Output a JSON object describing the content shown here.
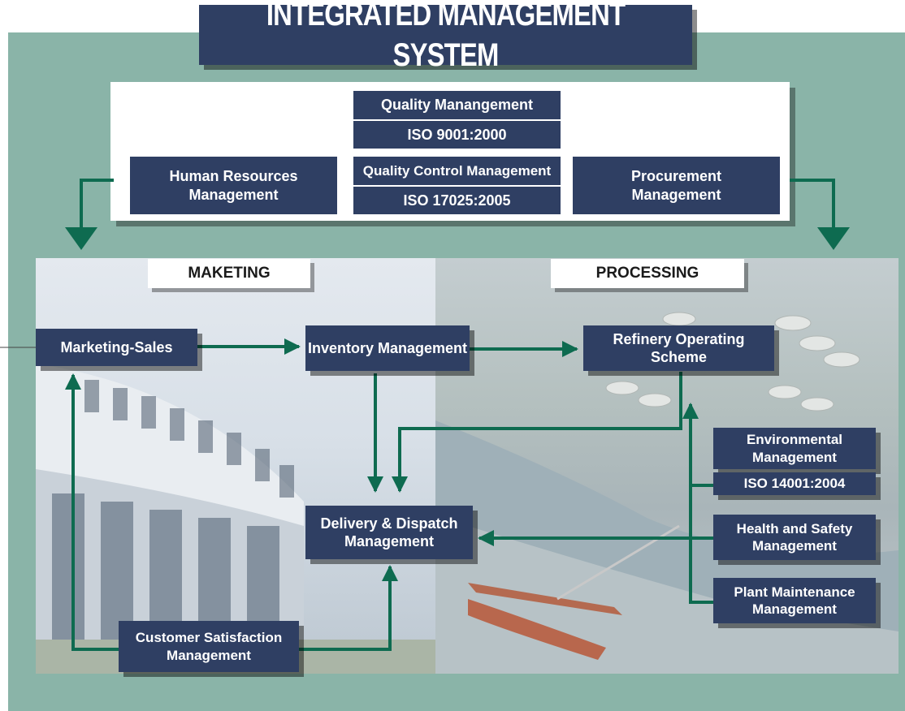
{
  "title": "INTEGRATED MANAGEMENT SYSTEM",
  "top_panel": {
    "quality": {
      "line1": "Quality Manangement",
      "iso": "ISO 9001:2000"
    },
    "quality_control": {
      "line1": "Quality Control Management",
      "iso": "ISO 17025:2005"
    },
    "human_resources": {
      "line1": "Human Resources",
      "line2": "Management"
    },
    "procurement": {
      "line1": "Procurement",
      "line2": "Management"
    }
  },
  "sections": {
    "marketing": "MAKETING",
    "processing": "PROCESSING"
  },
  "nodes": {
    "marketing_sales": "Marketing-Sales",
    "inventory": "Inventory Management",
    "refinery": "Refinery Operating Scheme",
    "environmental": {
      "line1": "Environmental",
      "line2": "Management",
      "iso": "ISO 14001:2004"
    },
    "delivery": {
      "line1": "Delivery & Dispatch",
      "line2": "Management"
    },
    "health_safety": {
      "line1": "Health and Safety",
      "line2": "Management"
    },
    "plant_maintenance": {
      "line1": "Plant Maintenance",
      "line2": "Management"
    },
    "customer_satisfaction": {
      "line1": "Customer Satisfaction",
      "line2": "Management"
    }
  },
  "colors": {
    "box": "#2f3f63",
    "arrow": "#0e6b50",
    "panel": "#8ab4a8"
  }
}
